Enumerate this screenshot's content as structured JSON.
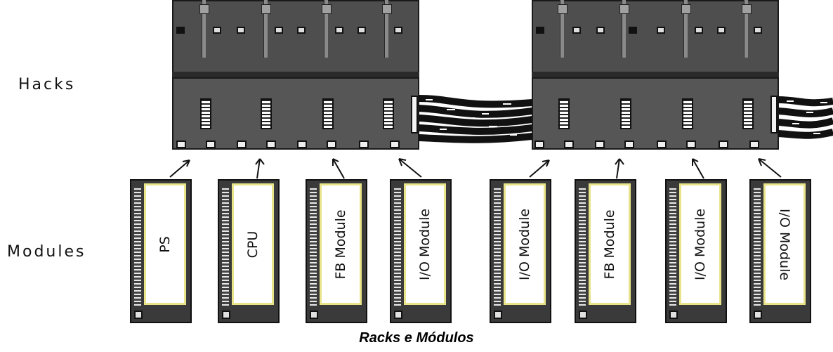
{
  "labels": {
    "racks": "Hacks",
    "modules": "Modules"
  },
  "modules": [
    {
      "label": "PS"
    },
    {
      "label": "CPU"
    },
    {
      "label": "FB Module"
    },
    {
      "label": "I/O Module"
    },
    {
      "label": "I/O Module"
    },
    {
      "label": "FB Module"
    },
    {
      "label": "I/O Module"
    },
    {
      "label": "I/O Module"
    }
  ],
  "caption": "Racks e Módulos",
  "colors": {
    "rack": "#565656",
    "module_face_border": "#e9e48a"
  }
}
